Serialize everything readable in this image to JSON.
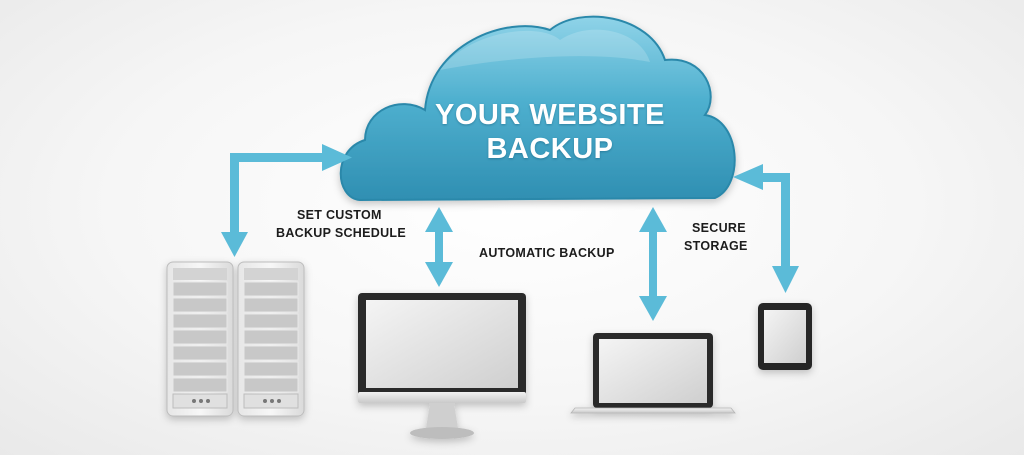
{
  "cloud": {
    "title_line1": "YOUR WEBSITE",
    "title_line2": "BACKUP",
    "icon": "cloud-icon",
    "color": "#4fb0cf"
  },
  "labels": {
    "schedule_line1": "SET CUSTOM",
    "schedule_line2": "BACKUP SCHEDULE",
    "automatic": "AUTOMATIC BACKUP",
    "secure_line1": "SECURE",
    "secure_line2": "STORAGE"
  },
  "devices": [
    "server-icon",
    "desktop-monitor-icon",
    "laptop-icon",
    "tablet-icon"
  ],
  "colors": {
    "arrow": "#5bbbd8",
    "text": "#1c1c1c"
  }
}
